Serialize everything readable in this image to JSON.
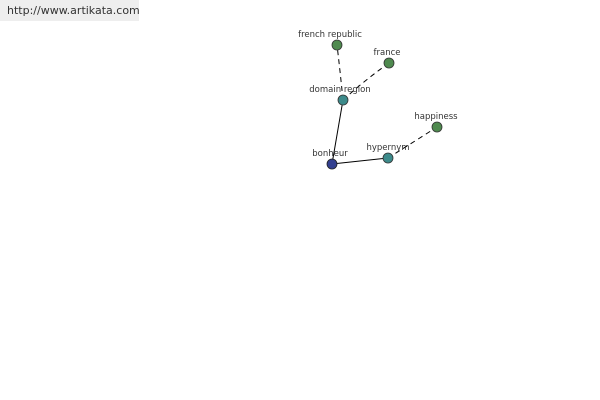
{
  "header": {
    "url": "http://www.artikata.com"
  },
  "colors": {
    "center_node": "#333f8f",
    "relation_node": "#3d8b8b",
    "leaf_node": "#4f8a4f",
    "edge": "#000000"
  },
  "graph": {
    "nodes": {
      "bonheur": {
        "label": "bonheur",
        "kind": "center"
      },
      "domain_region": {
        "label": "domain region",
        "kind": "relation"
      },
      "hypernym": {
        "label": "hypernym",
        "kind": "relation"
      },
      "french_republic": {
        "label": "french republic",
        "kind": "leaf"
      },
      "france": {
        "label": "france",
        "kind": "leaf"
      },
      "happiness": {
        "label": "happiness",
        "kind": "leaf"
      }
    },
    "edges": [
      {
        "from": "bonheur",
        "to": "domain_region",
        "style": "solid"
      },
      {
        "from": "bonheur",
        "to": "hypernym",
        "style": "solid"
      },
      {
        "from": "domain_region",
        "to": "french_republic",
        "style": "dashed"
      },
      {
        "from": "domain_region",
        "to": "france",
        "style": "dashed"
      },
      {
        "from": "hypernym",
        "to": "happiness",
        "style": "dashed"
      }
    ]
  }
}
